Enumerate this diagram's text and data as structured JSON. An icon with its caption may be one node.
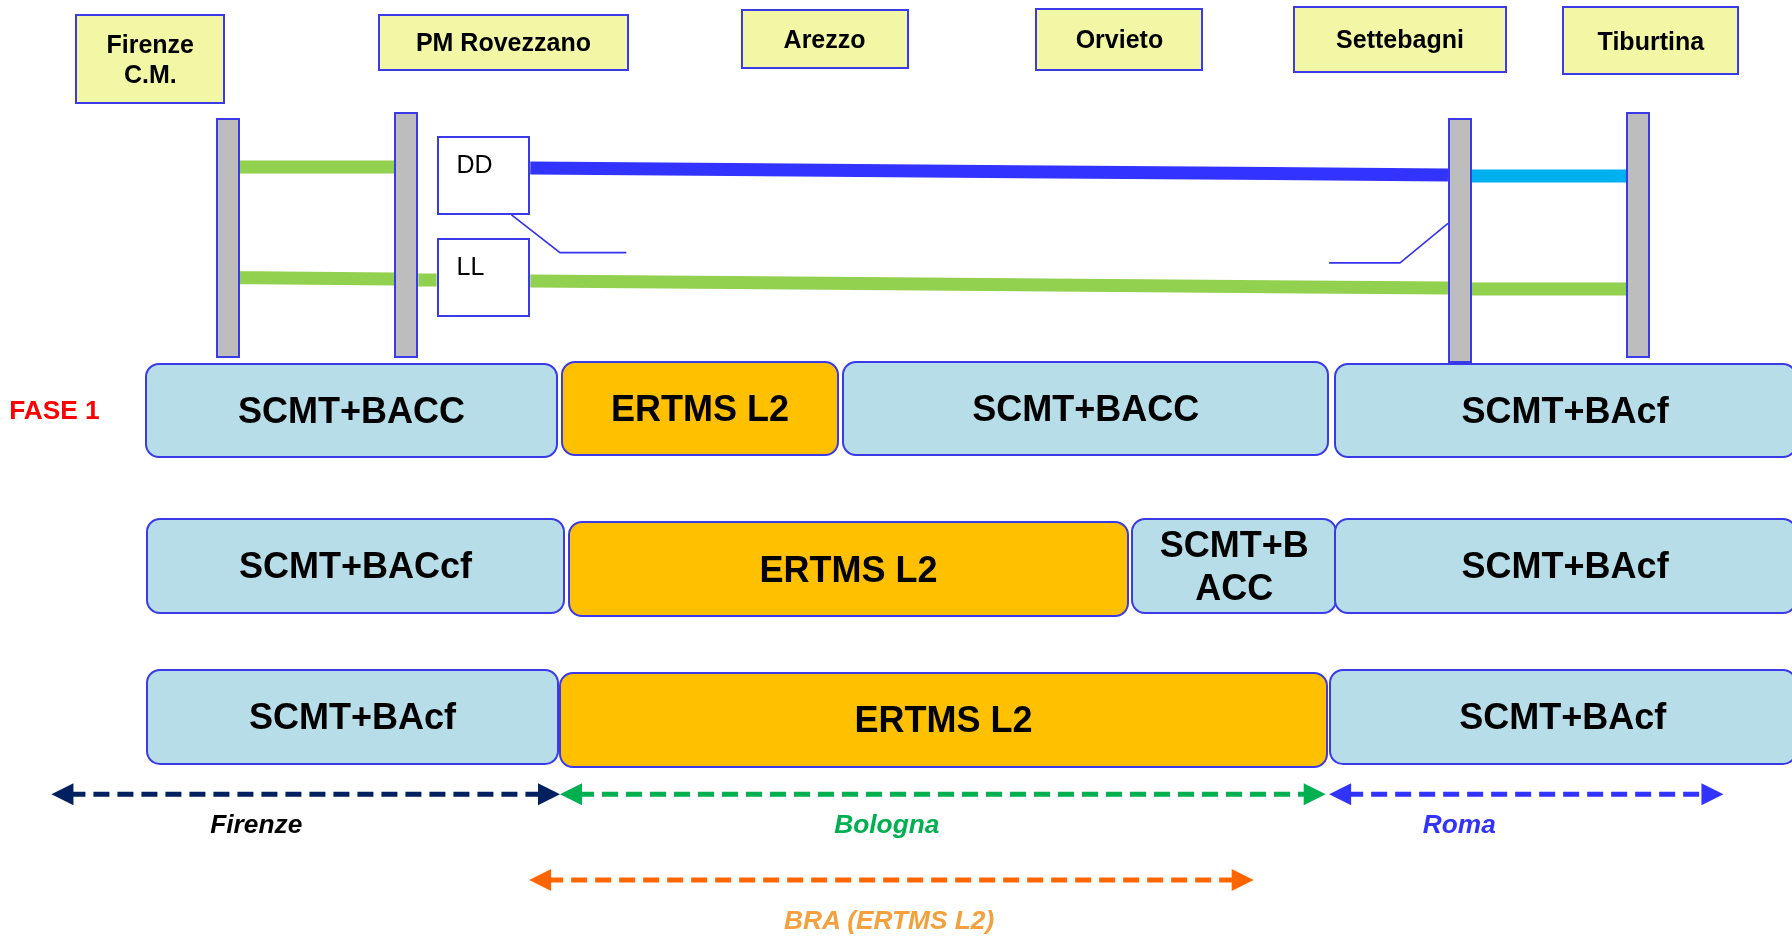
{
  "diagram": {
    "nodes": [
      {
        "text": [
          "Firenze C.M."
        ]
      },
      {
        "text": [
          "PM Rovezzano"
        ]
      },
      {
        "text": [
          "Arezzo"
        ]
      },
      {
        "text": [
          "Orvieto"
        ]
      },
      {
        "text": [
          "Settebagni"
        ]
      },
      {
        "text": [
          "Tiburtina"
        ]
      },
      {
        "text": [],
        "shape": "bar"
      },
      {
        "text": [],
        "shape": "bar"
      },
      {
        "text": [],
        "shape": "bar"
      },
      {
        "text": [],
        "shape": "bar"
      },
      {
        "text": [
          "DD"
        ]
      },
      {
        "text": [
          "LL"
        ]
      },
      {
        "text": [
          "SCMT+BACC"
        ]
      },
      {
        "text": [
          "ERTMS L2"
        ]
      },
      {
        "text": [
          "SCMT+BACC"
        ]
      },
      {
        "text": [
          "SCMT+BAcf"
        ]
      },
      {
        "text": [
          "SCMT+BACcf"
        ]
      },
      {
        "text": [
          "ERTMS L2"
        ]
      },
      {
        "text": [
          "SCMT+BACC"
        ]
      },
      {
        "text": [
          "SCMT+BAcf"
        ]
      },
      {
        "text": [
          "SCMT+BAcf"
        ]
      },
      {
        "text": [
          "ERTMS L2"
        ]
      },
      {
        "text": [
          "SCMT+BAcf"
        ]
      }
    ],
    "edges": [
      {
        "from": 6,
        "to": 7,
        "arrow": "none"
      },
      {
        "from": 10,
        "to": 8,
        "arrow": "none",
        "color": "#3333ff"
      },
      {
        "from": 8,
        "to": 9,
        "arrow": "none",
        "color": "#00b0f0"
      },
      {
        "from": 6,
        "to": 7,
        "arrow": "none"
      },
      {
        "from": 7,
        "to": 11,
        "arrow": "none"
      },
      {
        "from": 11,
        "to": 8,
        "arrow": "none"
      },
      {
        "from": 8,
        "to": 9,
        "arrow": "none"
      },
      {
        "from": 10,
        "to": null,
        "arrow": "none",
        "color": "#3333ee"
      },
      {
        "from": 8,
        "to": null,
        "arrow": "none",
        "color": "#3333ee"
      }
    ],
    "labels": [
      "FASE 1",
      "Firenze",
      "Bologna",
      "Roma",
      "BRA (ERTMS L2)"
    ]
  }
}
